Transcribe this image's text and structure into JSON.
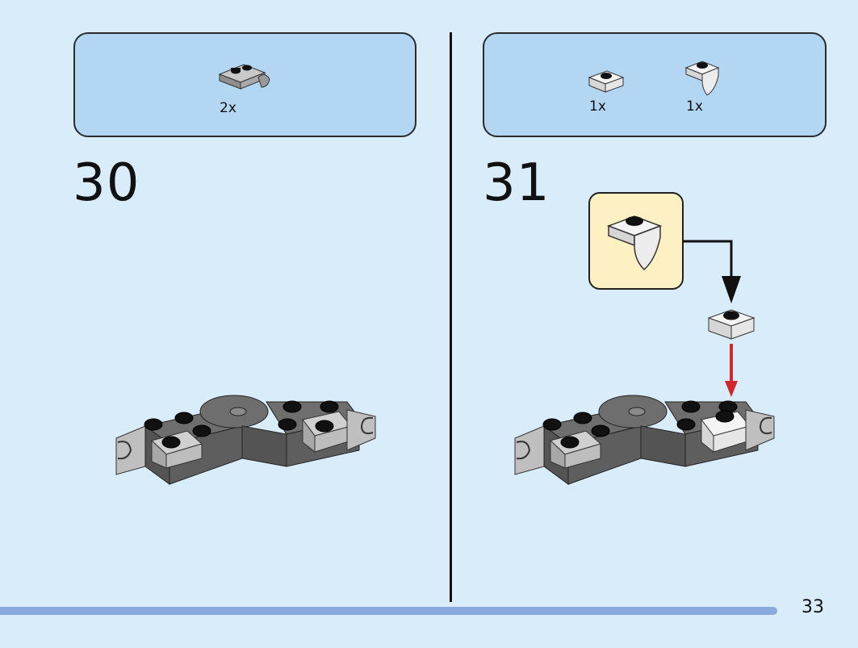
{
  "steps": {
    "left": {
      "number": "30",
      "parts": [
        {
          "qty": "2x",
          "icon": "gray-clip-plate-icon"
        }
      ]
    },
    "right": {
      "number": "31",
      "parts": [
        {
          "qty": "1x",
          "icon": "white-plate-1x1-icon"
        },
        {
          "qty": "1x",
          "icon": "white-curved-slope-icon"
        }
      ]
    }
  },
  "page_number": "33",
  "colors": {
    "background": "#d8ecfa",
    "parts_box": "#b3d7f3",
    "callout": "#fdf1c4",
    "progress_bar": "#8aa9de",
    "insert_arrow": "#d0282c"
  }
}
